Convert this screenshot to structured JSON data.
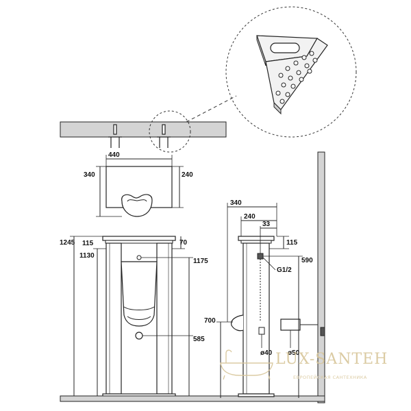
{
  "dimensions": {
    "top_width": "440",
    "top_depth_left": "340",
    "top_depth_right": "240",
    "front_height_total": "1245",
    "front_115": "115",
    "front_1130": "1130",
    "front_70": "70",
    "front_1175": "1175",
    "front_585": "585",
    "side_340": "340",
    "side_240": "240",
    "side_33": "33",
    "side_115": "115",
    "side_590": "590",
    "side_thread": "G1/2",
    "side_700": "700",
    "side_d40": "ø40",
    "side_d50": "ø50"
  },
  "watermark": {
    "brand": "LUX-SANTEH",
    "tagline": "ЕВРОПЕЙСКАЯ САНТЕХНИКА"
  },
  "colors": {
    "line": "#222222",
    "wall_fill": "#d4d4d4",
    "watermark": "#d8c69a"
  }
}
